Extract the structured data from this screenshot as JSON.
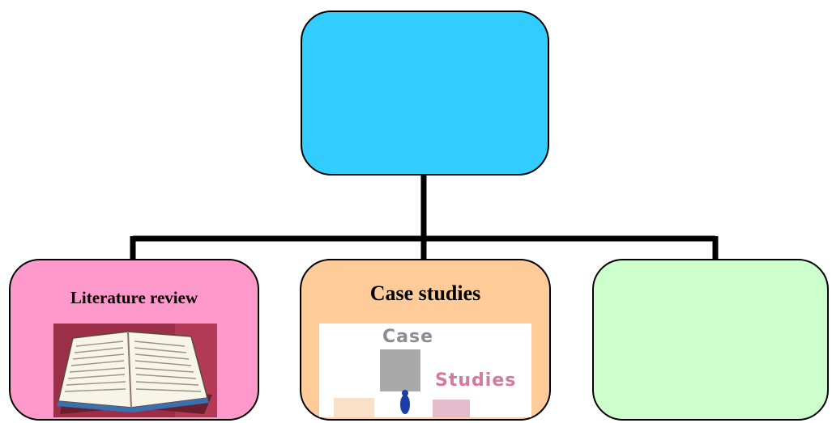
{
  "diagram": {
    "colors": {
      "root": "#33ccff",
      "left": "#ff99cc",
      "middle": "#ffcc99",
      "right": "#ccffcc",
      "connector": "#000000"
    },
    "nodes": [
      {
        "id": "root",
        "label": ""
      },
      {
        "id": "literature",
        "label": "Literature review",
        "image": "open-book-image"
      },
      {
        "id": "case",
        "label": "Case studies",
        "image": "case-studies-image"
      },
      {
        "id": "empty",
        "label": ""
      }
    ],
    "case_image_text": {
      "word1": "Case",
      "word2": "Studies"
    }
  }
}
